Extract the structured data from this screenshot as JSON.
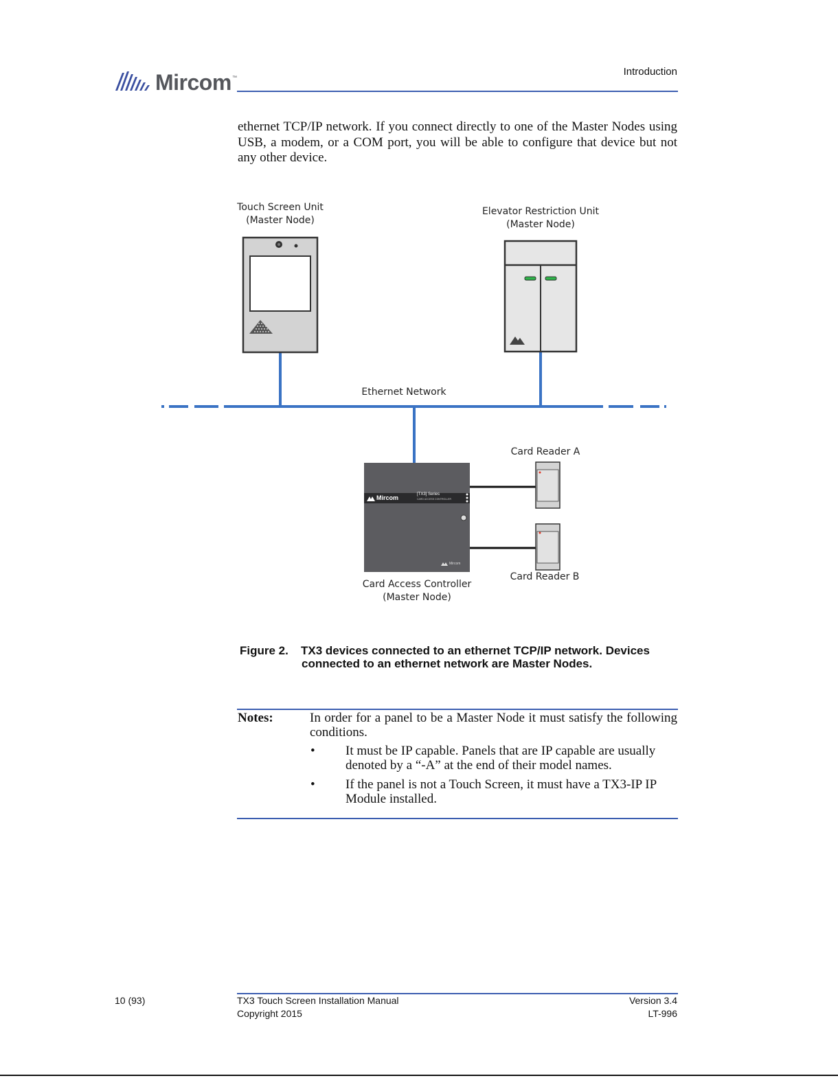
{
  "header": {
    "logo_text": "Mircom",
    "logo_tm": "™",
    "section": "Introduction"
  },
  "body_text": "ethernet TCP/IP network. If you connect directly to one of the Master Nodes using USB, a modem, or a COM port, you will be able to configure that device but not any other device.",
  "diagram": {
    "touch_screen_label": "Touch Screen Unit\n(Master Node)",
    "elevator_label": "Elevator Restriction Unit\n(Master Node)",
    "network_label": "Ethernet Network",
    "card_reader_a_label": "Card Reader A",
    "card_reader_b_label": "Card Reader B",
    "controller_label": "Card Access Controller\n(Master Node)",
    "controller_brand": "Mircom",
    "controller_series": "[TX3] Series",
    "controller_subtitle": "CARD ACCESS CONTROLLER",
    "colors": {
      "network": "#3a73c4",
      "device_light": "#d3d3d3",
      "device_dark": "#5c5c60",
      "led_green": "#2fb34a"
    }
  },
  "caption": {
    "number": "Figure 2.",
    "line1": "TX3 devices connected to an ethernet TCP/IP network. Devices",
    "line2": "connected to an ethernet network are Master Nodes."
  },
  "notes": {
    "label": "Notes:",
    "intro": "In order for a panel to be a Master Node it must satisfy the following conditions.",
    "bullets": [
      "It must be IP capable. Panels that are IP capable are usually denoted by a “-A” at the end of their model names.",
      "If the panel is not a Touch Screen, it must have a TX3-IP IP Module installed."
    ]
  },
  "footer": {
    "page": "10 (93)",
    "manual": "TX3 Touch Screen Installation Manual",
    "copyright": "Copyright 2015",
    "version": "Version 3.4",
    "doc_number": "LT-996"
  }
}
